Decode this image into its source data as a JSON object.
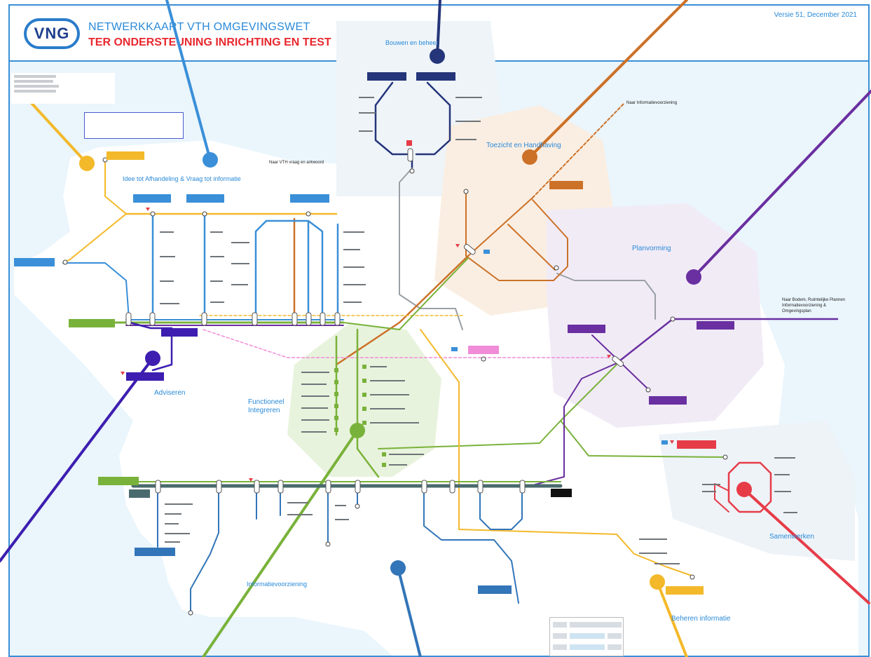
{
  "header": {
    "logo": "VNG",
    "title": "NETWERKKAART VTH OMGEVINGSWET",
    "subtitle": "TER ONDERSTEUNING INRICHTING EN TEST",
    "version": "Versie 51, December 2021"
  },
  "zones": {
    "bouwen": "Bouwen en beheer",
    "toezicht": "Toezicht en Handhaving",
    "planvorming": "Planvorming",
    "idee": "Idee tot Afhandeling & Vraag tot informatie",
    "adviseren": "Adviseren",
    "functioneel": "Functioneel Integreren",
    "samenwerken": "Samenwerken",
    "informatievoorziening": "Informatievoorziening",
    "beheren": "Beheren informatie"
  },
  "notes": {
    "toezicht_note": "Naar Informatievoorziening",
    "idee_note": "Naar VTH vraag en antwoord",
    "planvorming_note": [
      "Naar Bodem, Ruimtelijke Plannen",
      "Informatievoorziening &",
      "Omgevingsplan"
    ]
  },
  "colors": {
    "blue": "#3a8fd8",
    "navy": "#24357a",
    "orange": "#cc7128",
    "purple": "#6a2fa0",
    "green": "#79b23a",
    "red": "#e63c48",
    "yellow": "#f3b92a",
    "indigo": "#3d1eb0",
    "steel": "#3275b8",
    "grey": "#9aa0a6",
    "pink": "#f08cd8"
  },
  "icons": [
    "pin-icon",
    "building-icon",
    "flag-icon",
    "terminal-icon"
  ]
}
